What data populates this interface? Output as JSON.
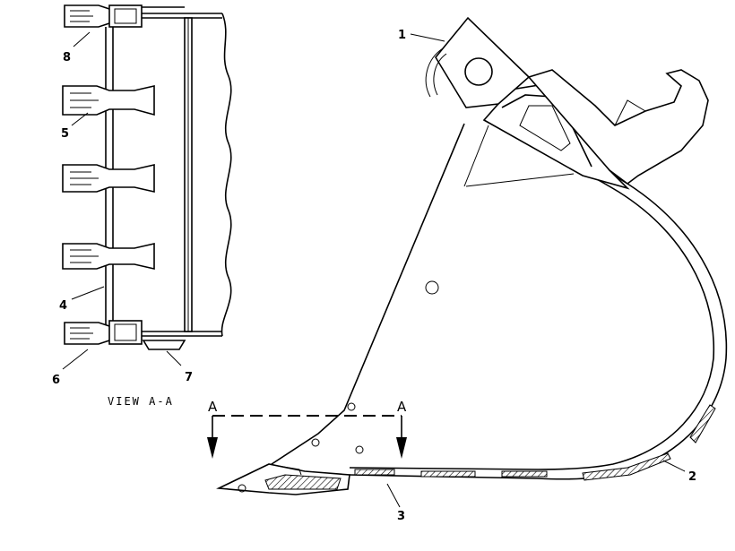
{
  "view_label": "VIEW A-A",
  "section": {
    "left": "A",
    "right": "A"
  },
  "callouts": {
    "c1": "1",
    "c2": "2",
    "c3": "3",
    "c4": "4",
    "c5": "5",
    "c6": "6",
    "c7": "7",
    "c8": "8"
  }
}
